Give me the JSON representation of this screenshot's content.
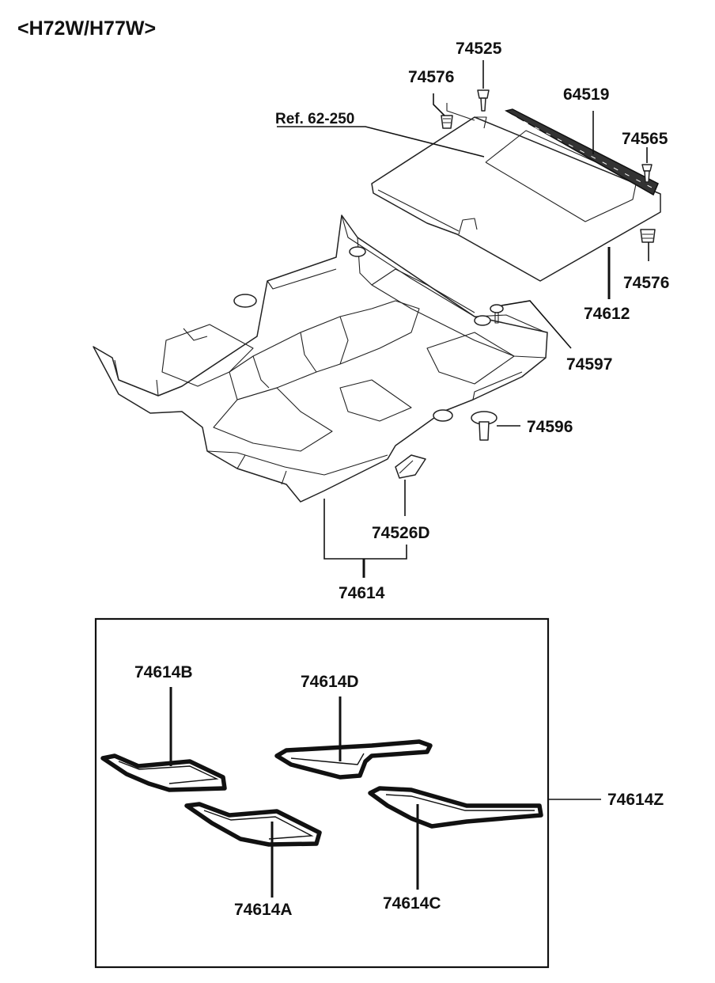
{
  "title": "<H72W/H77W>",
  "reference": "Ref. 62-250",
  "labels": {
    "p74525": "74525",
    "p74576_top": "74576",
    "p64519": "64519",
    "p74565": "74565",
    "p74576_right": "74576",
    "p74612": "74612",
    "p74597": "74597",
    "p74596": "74596",
    "p74526D": "74526D",
    "p74614": "74614",
    "p74614B": "74614B",
    "p74614D": "74614D",
    "p74614Z": "74614Z",
    "p74614A": "74614A",
    "p74614C": "74614C"
  }
}
